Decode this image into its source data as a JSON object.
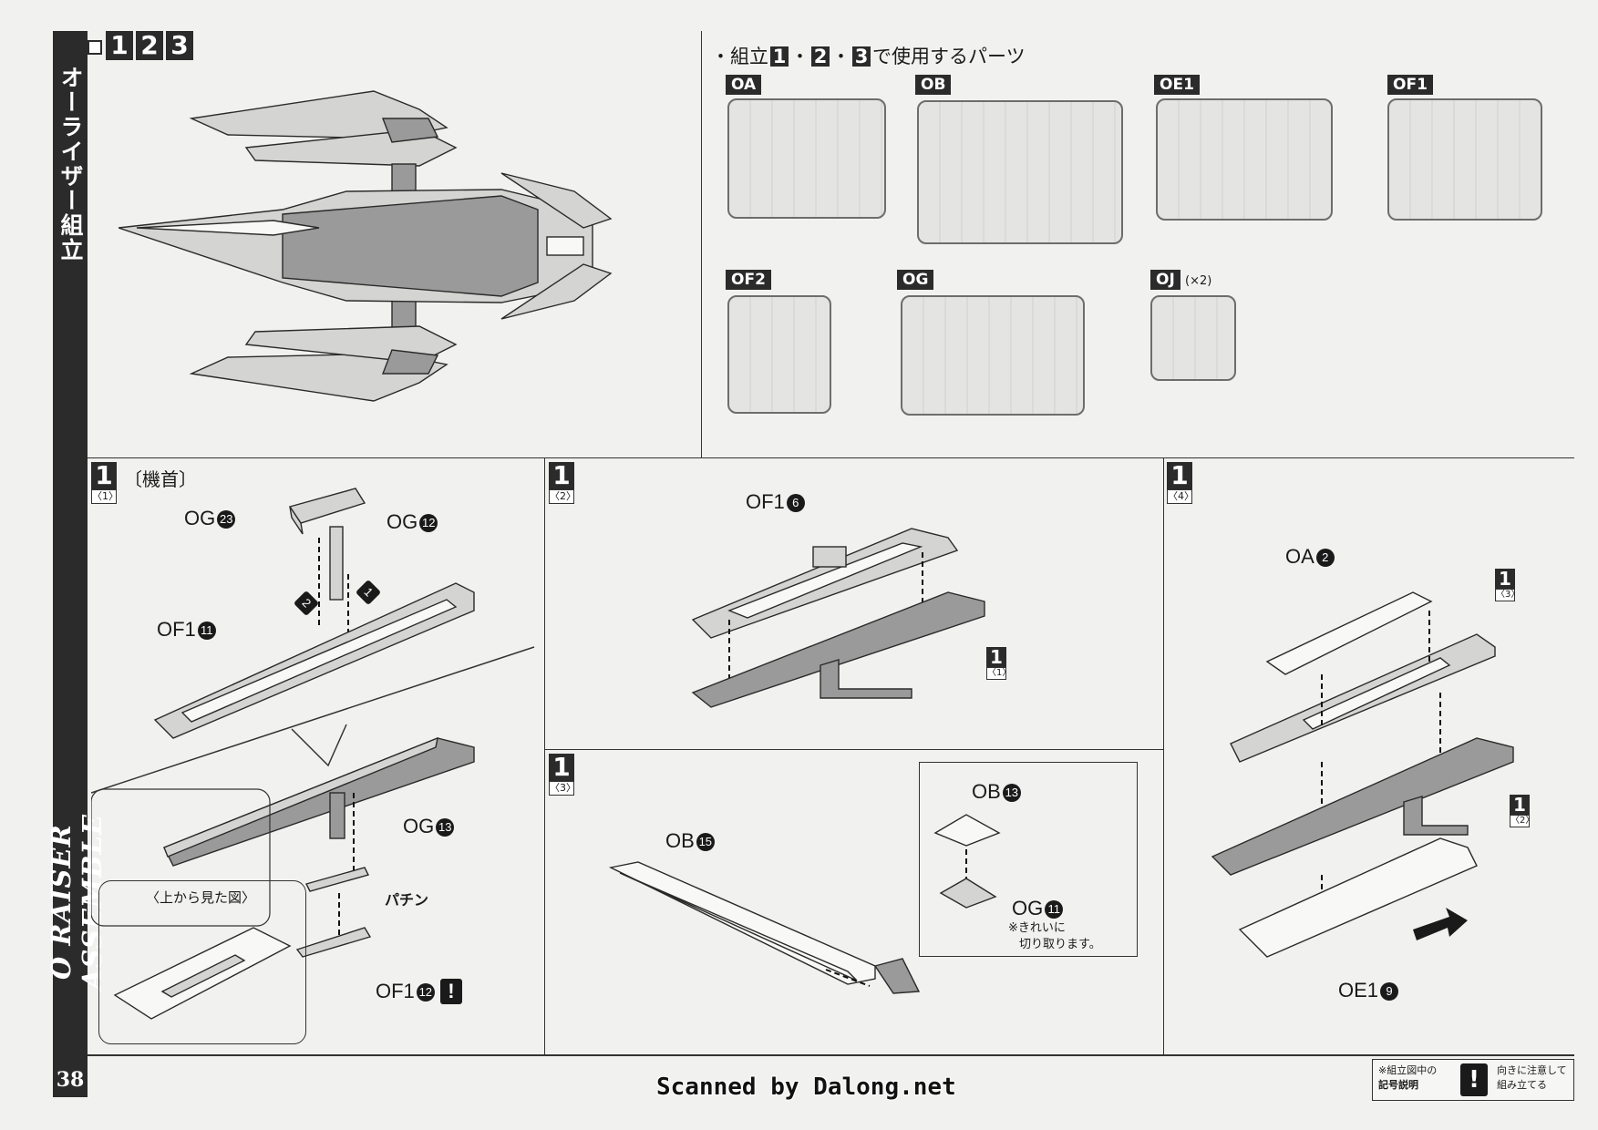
{
  "sidebar": {
    "title": "オーライザー組立",
    "english_title": "O RAISER ASSEMBLE",
    "page_number": "38"
  },
  "header": {
    "steps": [
      "1",
      "2",
      "3"
    ]
  },
  "parts_panel": {
    "prefix": "・組立",
    "sep1": "・",
    "sep2": "・",
    "suffix": "で使用するパーツ",
    "step_nums": [
      "1",
      "2",
      "3"
    ],
    "runners": [
      {
        "tag": "OA"
      },
      {
        "tag": "OB"
      },
      {
        "tag": "OE1"
      },
      {
        "tag": "OF1"
      },
      {
        "tag": "OF2"
      },
      {
        "tag": "OG"
      },
      {
        "tag": "OJ",
        "qty": "(×2)"
      }
    ]
  },
  "step1_1": {
    "step": "1",
    "sub": "〈1〉",
    "caption": "〔機首〕",
    "labels": [
      {
        "part": "OG",
        "num": "23"
      },
      {
        "part": "OG",
        "num": "12"
      },
      {
        "part": "OF1",
        "num": "11"
      },
      {
        "part": "OG",
        "num": "13"
      },
      {
        "part": "OF1",
        "num": "12"
      }
    ],
    "order_marks": [
      "2",
      "1"
    ],
    "sound": "パチン",
    "inset_caption": "〈上から見た図〉",
    "warning_mark": "!"
  },
  "step1_2": {
    "step": "1",
    "sub": "〈2〉",
    "labels": [
      {
        "part": "OF1",
        "num": "6"
      }
    ],
    "ref": {
      "step": "1",
      "sub": "〈1〉"
    }
  },
  "step1_3": {
    "step": "1",
    "sub": "〈3〉",
    "labels": [
      {
        "part": "OB",
        "num": "15"
      },
      {
        "part": "OB",
        "num": "13"
      },
      {
        "part": "OG",
        "num": "11"
      }
    ],
    "note_line1": "※きれいに",
    "note_line2": "切り取ります。"
  },
  "step1_4": {
    "step": "1",
    "sub": "〈4〉",
    "labels": [
      {
        "part": "OA",
        "num": "2"
      },
      {
        "part": "OE1",
        "num": "9"
      }
    ],
    "ref_top": {
      "step": "1",
      "sub": "〈3〉"
    },
    "ref_mid": {
      "step": "1",
      "sub": "〈2〉"
    }
  },
  "footer": {
    "scan_credit": "Scanned by Dalong.net",
    "legend_left_1": "※組立図中の",
    "legend_left_2": "記号説明",
    "legend_mark": "!",
    "legend_right_1": "向きに注意して",
    "legend_right_2": "組み立てる"
  }
}
